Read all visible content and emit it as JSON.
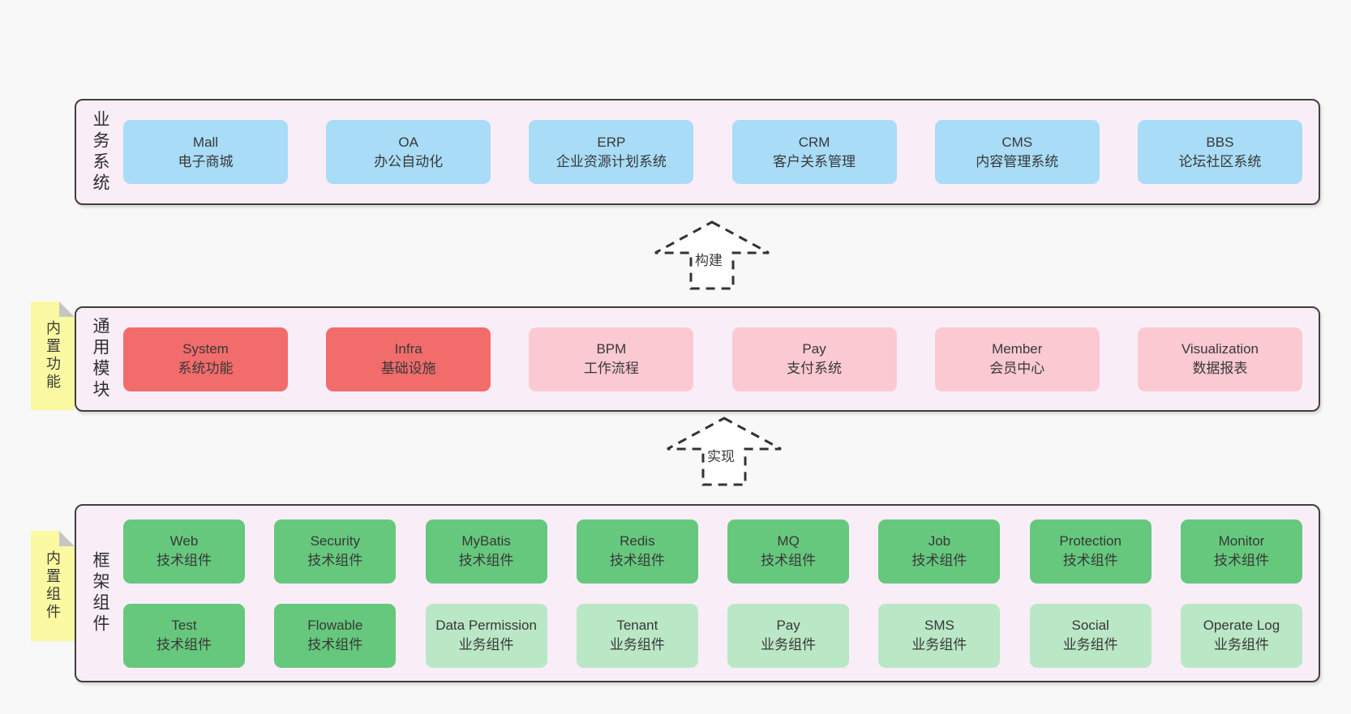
{
  "diagram": {
    "layers": [
      {
        "label": "业务系统",
        "rows": [
          [
            {
              "name": "Mall",
              "desc": "电子商城"
            },
            {
              "name": "OA",
              "desc": "办公自动化"
            },
            {
              "name": "ERP",
              "desc": "企业资源计划系统"
            },
            {
              "name": "CRM",
              "desc": "客户关系管理"
            },
            {
              "name": "CMS",
              "desc": "内容管理系统"
            },
            {
              "name": "BBS",
              "desc": "论坛社区系统"
            }
          ]
        ]
      },
      {
        "label": "通用模块",
        "note": "内置功能",
        "rows": [
          [
            {
              "name": "System",
              "desc": "系统功能"
            },
            {
              "name": "Infra",
              "desc": "基础设施"
            },
            {
              "name": "BPM",
              "desc": "工作流程"
            },
            {
              "name": "Pay",
              "desc": "支付系统"
            },
            {
              "name": "Member",
              "desc": "会员中心"
            },
            {
              "name": "Visualization",
              "desc": "数据报表"
            }
          ]
        ]
      },
      {
        "label": "框架组件",
        "note": "内置组件",
        "rows": [
          [
            {
              "name": "Web",
              "desc": "技术组件"
            },
            {
              "name": "Security",
              "desc": "技术组件"
            },
            {
              "name": "MyBatis",
              "desc": "技术组件"
            },
            {
              "name": "Redis",
              "desc": "技术组件"
            },
            {
              "name": "MQ",
              "desc": "技术组件"
            },
            {
              "name": "Job",
              "desc": "技术组件"
            },
            {
              "name": "Protection",
              "desc": "技术组件"
            },
            {
              "name": "Monitor",
              "desc": "技术组件"
            }
          ],
          [
            {
              "name": "Test",
              "desc": "技术组件"
            },
            {
              "name": "Flowable",
              "desc": "技术组件"
            },
            {
              "name": "Data Permission",
              "desc": "业务组件"
            },
            {
              "name": "Tenant",
              "desc": "业务组件"
            },
            {
              "name": "Pay",
              "desc": "业务组件"
            },
            {
              "name": "SMS",
              "desc": "业务组件"
            },
            {
              "name": "Social",
              "desc": "业务组件"
            },
            {
              "name": "Operate Log",
              "desc": "业务组件"
            }
          ]
        ]
      }
    ],
    "arrows": [
      {
        "label": "构建"
      },
      {
        "label": "实现"
      }
    ],
    "colors": {
      "page_bg": "#f8f8f8",
      "panel_bg": "#f9eef8",
      "panel_border": "#3f3f3f",
      "system_blue": "#a9dcf6",
      "module_red": "#f26c6c",
      "module_pink": "#fbc9d2",
      "tech_green": "#66c87d",
      "biz_green": "#bae7c6",
      "note_yellow": "#fbf9a1"
    }
  }
}
